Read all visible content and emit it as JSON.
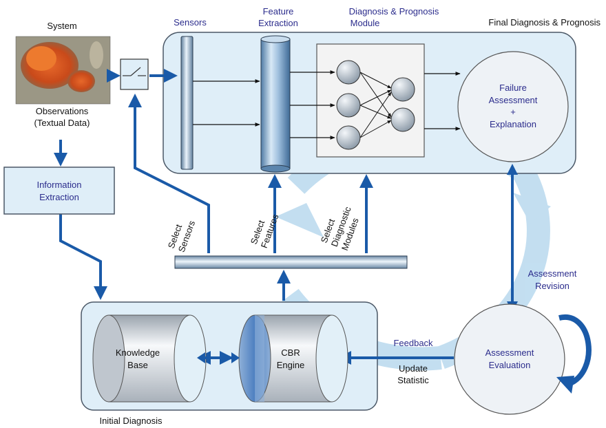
{
  "labels": {
    "system": "System",
    "observations_line1": "Observations",
    "observations_line2": "(Textual Data)",
    "info_extraction_line1": "Information",
    "info_extraction_line2": "Extraction",
    "sensors": "Sensors",
    "feature_extraction_line1": "Feature",
    "feature_extraction_line2": "Extraction",
    "diag_module_line1": "Diagnosis & Prognosis",
    "diag_module_line2": "Module",
    "final_diag": "Final Diagnosis & Prognosis",
    "failure_line1": "Failure",
    "failure_line2": "Assessment",
    "failure_line3": "+",
    "failure_line4": "Explanation",
    "select_sensors_line1": "Select",
    "select_sensors_line2": "Sensors",
    "select_features_line1": "Select",
    "select_features_line2": "Features",
    "select_modules_line1": "Select",
    "select_modules_line2": "Diagnostic",
    "select_modules_line3": "Modules",
    "assessment_revision_line1": "Assessment",
    "assessment_revision_line2": "Revision",
    "knowledge_base_line1": "Knowledge",
    "knowledge_base_line2": "Base",
    "cbr_engine_line1": "CBR",
    "cbr_engine_line2": "Engine",
    "feedback": "Feedback",
    "update_statistic_line1": "Update",
    "update_statistic_line2": "Statistic",
    "assessment_eval_line1": "Assessment",
    "assessment_eval_line2": "Evaluation",
    "initial_diagnosis": "Initial Diagnosis"
  },
  "colors": {
    "arrow_blue": "#1a5aa8",
    "label_blue": "#2b2c8c",
    "panel_fill": "#dfeef8",
    "panel_stroke": "#4a5766",
    "swoosh": "#b9d9ee"
  },
  "icons": {
    "switch": "switch-icon",
    "system_photo": "corroded-surface-image",
    "neuron": "neuron-node-icon"
  }
}
